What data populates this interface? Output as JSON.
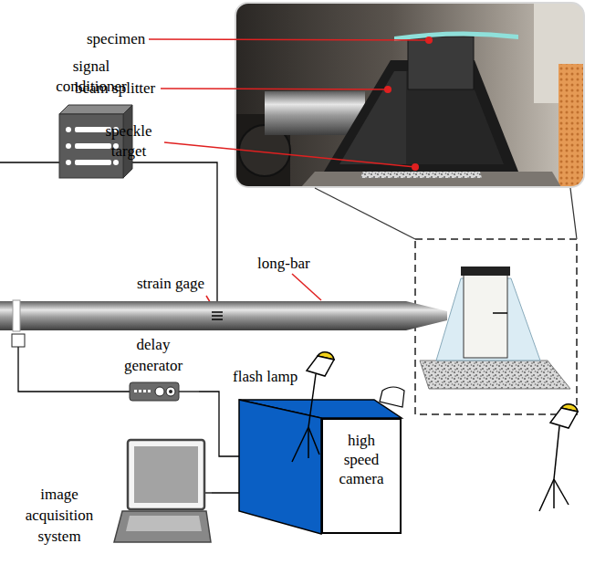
{
  "diagram": {
    "nodes": [
      {
        "text": [
          "signal conditioner"
        ]
      },
      {
        "text": [
          "delay generator"
        ]
      },
      {
        "text": [
          "high speed camera"
        ]
      },
      {
        "text": [
          "image acquisition system"
        ]
      }
    ],
    "edges": [
      {
        "from": 1,
        "to": 2,
        "arrow": "none"
      },
      {
        "from": 3,
        "to": 2,
        "arrow": "none"
      }
    ],
    "labels": [
      "specimen",
      "beam splitter",
      "speckle target",
      "long-bar",
      "strain gage",
      "flash lamp"
    ]
  }
}
